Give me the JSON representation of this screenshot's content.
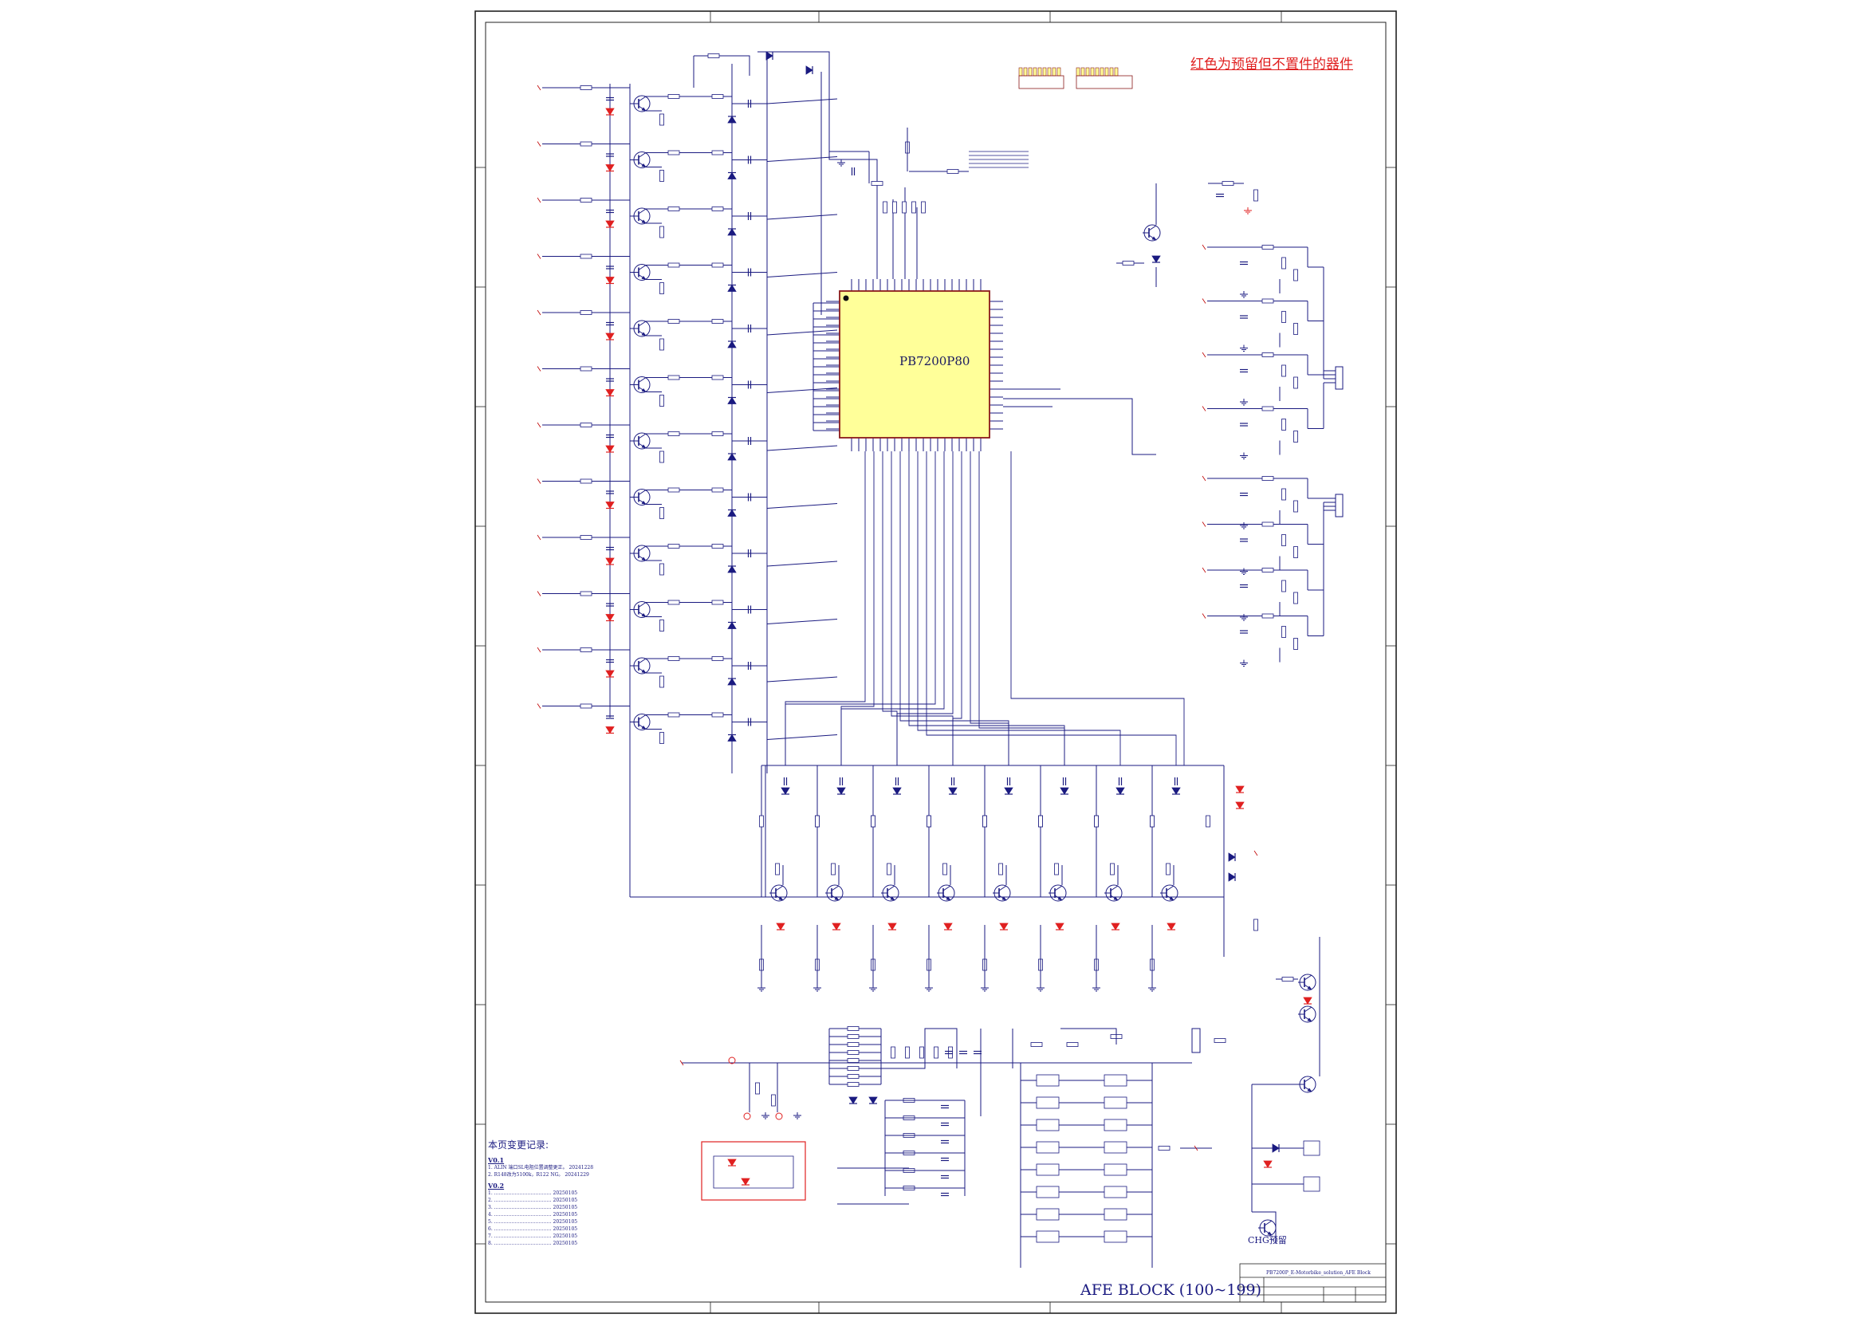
{
  "sheet": {
    "red_note": "红色为预留但不置件的器件",
    "chip": {
      "name": "PB7200P80"
    },
    "block_title": "AFE BLOCK (100~199)",
    "chg_label": "CHG预留",
    "title_block": {
      "document": "PB7200P_E-Motorbike_solution_AFE Block"
    },
    "change_log": {
      "header": "本页变更记录:",
      "entries": [
        {
          "version": "V0.1",
          "lines": [
            "1. ALIN 端口SL电阻位置调整更正。 20241228",
            "2. R148改为5100k，R122 NG。 20241229"
          ]
        },
        {
          "version": "V0.2",
          "lines": [
            "1. ……………………………… 20250105",
            "2. ……………………………… 20250105",
            "3. ……………………………… 20250105",
            "4. ……………………………… 20250105",
            "5. ……………………………… 20250105",
            "6. ……………………………… 20250105",
            "7. ……………………………… 20250105",
            "8. ……………………………… 20250105"
          ]
        }
      ]
    },
    "colors": {
      "wire": "#1a1a80",
      "chip_fill": "#ffff99",
      "chip_stroke": "#8b1a1a",
      "reserved": "#e02020",
      "border": "#222222"
    }
  }
}
